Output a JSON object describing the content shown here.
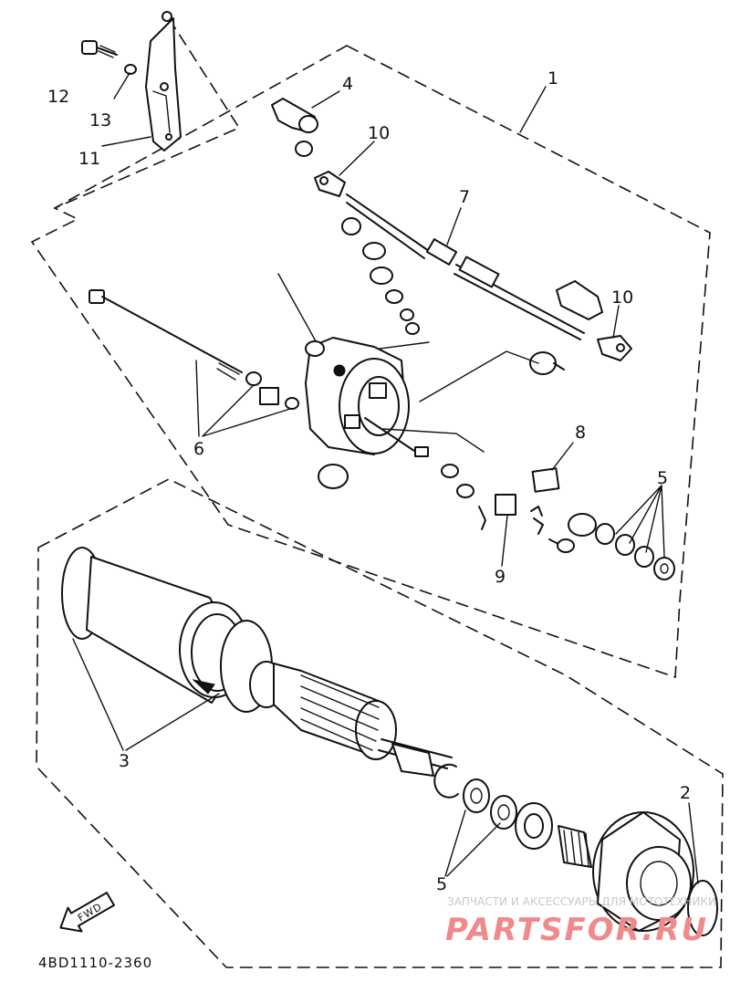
{
  "callouts": {
    "c1": "1",
    "c2": "2",
    "c3": "3",
    "c4": "4",
    "c5a": "5",
    "c5b": "5",
    "c6": "6",
    "c7": "7",
    "c8": "8",
    "c9": "9",
    "c10a": "10",
    "c10b": "10",
    "c11": "11",
    "c12": "12",
    "c13": "13"
  },
  "fwd_label": "FWD",
  "drawing_code": "4BD1110-2360",
  "watermark": {
    "tagline": "ЗАПЧАСТИ И АКСЕССУАРЫ ДЛЯ МОТОТЕХНИКИ",
    "brand": "PARTSFOR.RU"
  }
}
